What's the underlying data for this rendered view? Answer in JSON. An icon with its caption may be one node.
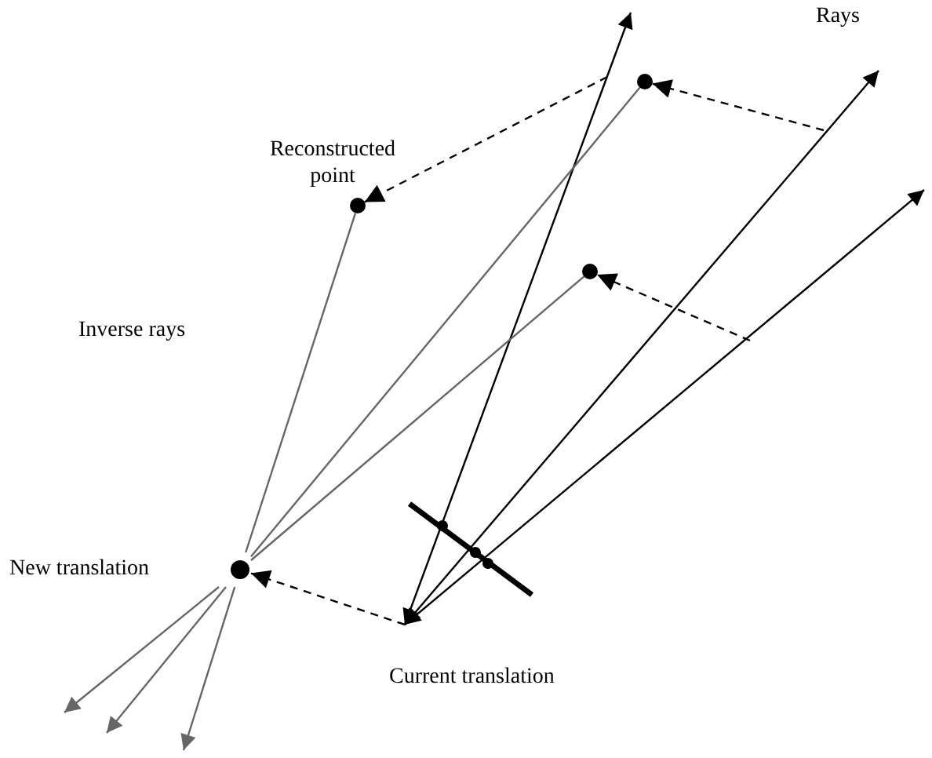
{
  "diagram": {
    "nodes": [
      {
        "text": [
          "New translation"
        ]
      },
      {
        "text": [
          "Current translation"
        ]
      },
      {
        "text": [],
        "shape": "circle"
      },
      {
        "text": [],
        "shape": "circle"
      },
      {
        "text": [],
        "shape": "circle"
      }
    ],
    "edges": [
      {
        "from": 1,
        "to": null,
        "arrow": "both"
      },
      {
        "from": 1,
        "to": null,
        "arrow": "both"
      },
      {
        "from": 1,
        "to": null,
        "arrow": "both"
      },
      {
        "from": 2,
        "to": 0,
        "arrow": "none",
        "color": "#666666"
      },
      {
        "from": 3,
        "to": 0,
        "arrow": "none",
        "color": "#666666"
      },
      {
        "from": 4,
        "to": 0,
        "arrow": "none",
        "color": "#666666"
      },
      {
        "from": 0,
        "to": null,
        "arrow": "to",
        "color": "#666666"
      },
      {
        "from": 0,
        "to": null,
        "arrow": "to",
        "color": "#666666"
      },
      {
        "from": 0,
        "to": null,
        "arrow": "to",
        "color": "#666666"
      },
      {
        "from": null,
        "to": 2,
        "arrow": "to",
        "style": "dashed"
      },
      {
        "from": null,
        "to": 4,
        "arrow": "to",
        "style": "dashed"
      },
      {
        "from": null,
        "to": 3,
        "arrow": "to",
        "style": "dashed"
      },
      {
        "from": 1,
        "to": 0,
        "arrow": "to",
        "style": "dashed"
      }
    ],
    "labels": [
      "Rays",
      "Reconstructed point",
      "Inverse rays"
    ]
  }
}
